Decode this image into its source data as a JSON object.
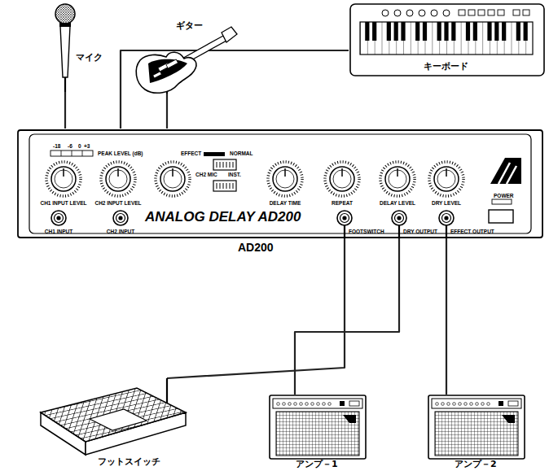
{
  "diagram": {
    "nodes": [
      {
        "text": [
          "マイク"
        ]
      },
      {
        "text": [
          "ギター"
        ]
      },
      {
        "text": [
          "キーボード"
        ]
      },
      {
        "text": [
          "ANALOG DELAY AD200",
          "AD200"
        ]
      },
      {
        "text": [
          "フットスイッチ"
        ]
      },
      {
        "text": [
          "アンプ－1"
        ]
      },
      {
        "text": [
          "アンプ－2"
        ]
      }
    ],
    "edges": [
      {
        "from": 0,
        "to": 3,
        "arrow": "none"
      },
      {
        "from": 1,
        "to": 3,
        "arrow": "none"
      },
      {
        "from": 2,
        "to": 3,
        "arrow": "none"
      },
      {
        "from": 3,
        "to": 4,
        "arrow": "none"
      },
      {
        "from": 3,
        "to": 5,
        "arrow": "none"
      },
      {
        "from": 3,
        "to": 6,
        "arrow": "none"
      }
    ],
    "labels": [
      "-18",
      "-6",
      "0",
      "+3",
      "PEAK LEVEL (dB)",
      "EFFECT",
      "NORMAL",
      "CH1 INPUT LEVEL",
      "CH2 INPUT LEVEL",
      "CH2 MIC",
      "INST.",
      "DELAY TIME",
      "REPEAT",
      "DELAY LEVEL",
      "DRY LEVEL",
      "POWER",
      "CH1 INPUT",
      "CH2 INPUT",
      "FOOTSWITCH",
      "DRY OUTPUT",
      "EFFECT OUTPUT"
    ]
  }
}
